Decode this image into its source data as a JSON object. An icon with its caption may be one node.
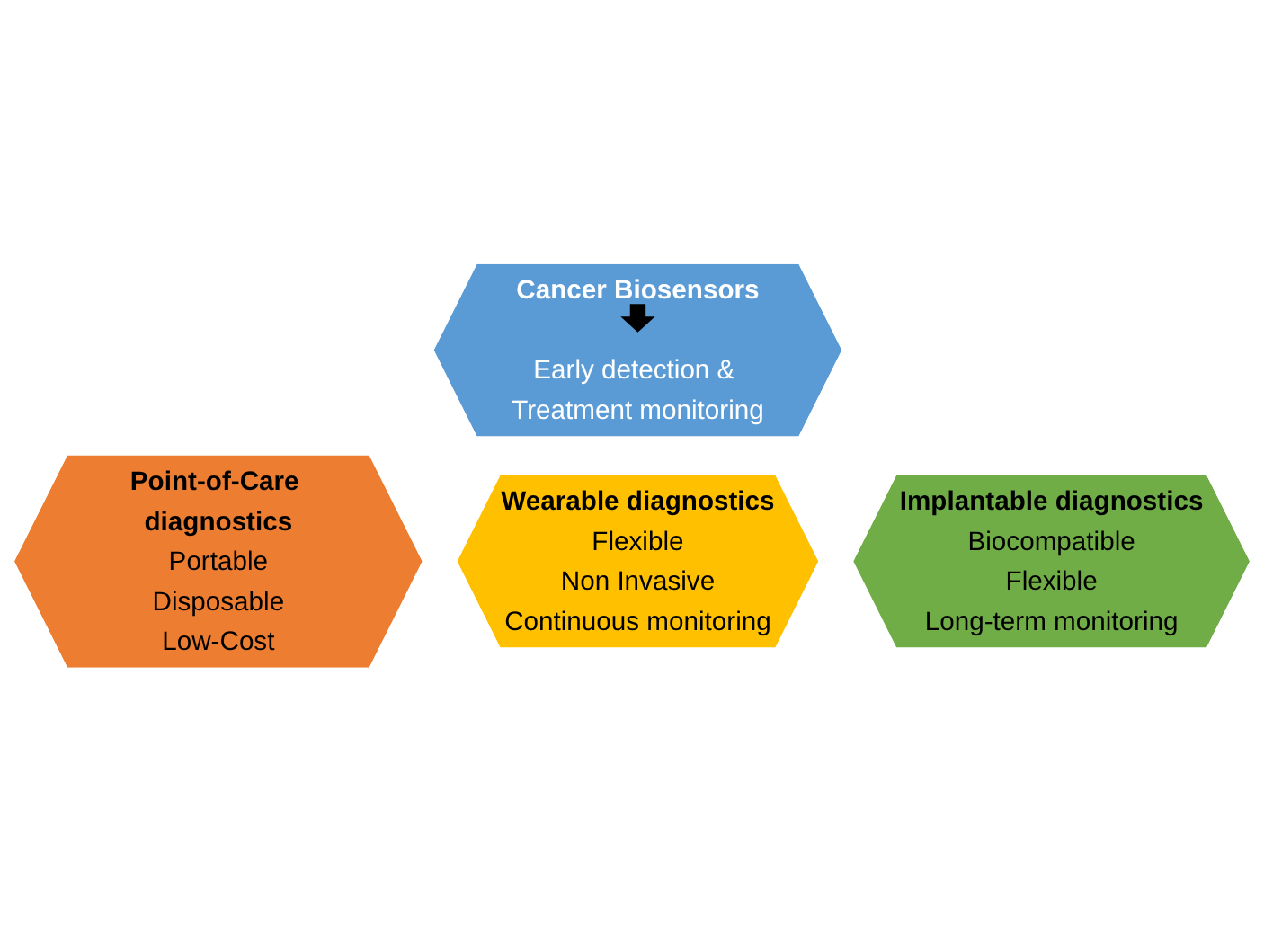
{
  "diagram": {
    "nodes": [
      {
        "text": [
          "Cancer Biosensors",
          "Early detection & Treatment monitoring"
        ]
      },
      {
        "text": [
          "Point-of-Care diagnostics",
          "Portable",
          "Disposable",
          "Low-Cost"
        ]
      },
      {
        "text": [
          "Implantable diagnostics",
          "Biocompatible",
          "Flexible",
          "Long-term monitoring"
        ]
      },
      {
        "text": [
          "Wearable diagnostics",
          "Flexible",
          "Non Invasive",
          "Continuous monitoring"
        ]
      }
    ],
    "edges": []
  }
}
